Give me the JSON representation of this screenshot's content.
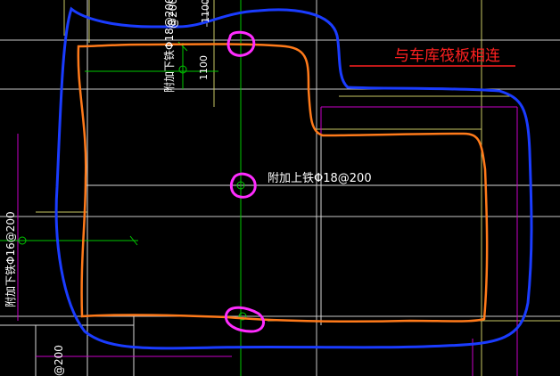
{
  "colors": {
    "background": "#000000",
    "grid_yellow": "#c8c864",
    "grid_white": "#d8d8d8",
    "axis_green": "#00c800",
    "magenta_line": "#c800c8",
    "outline_orange": "#ff7a1a",
    "outline_blue": "#1a3cff",
    "marker_magenta": "#ff2cff",
    "annotation_red": "#ff2020",
    "label_white": "#ffffff"
  },
  "labels": {
    "note_red": "与车库筏板相连",
    "rebar_center": "附加上铁Φ18@200",
    "rebar_top_vertical": "附加下铁Φ18@200",
    "rebar_left_vertical": "附加下铁Φ16@200",
    "dim_1100_top": "1100",
    "dim_1100_mid": "1100",
    "dim_bottom_left": "@200",
    "dim_top_edge": "@200"
  }
}
